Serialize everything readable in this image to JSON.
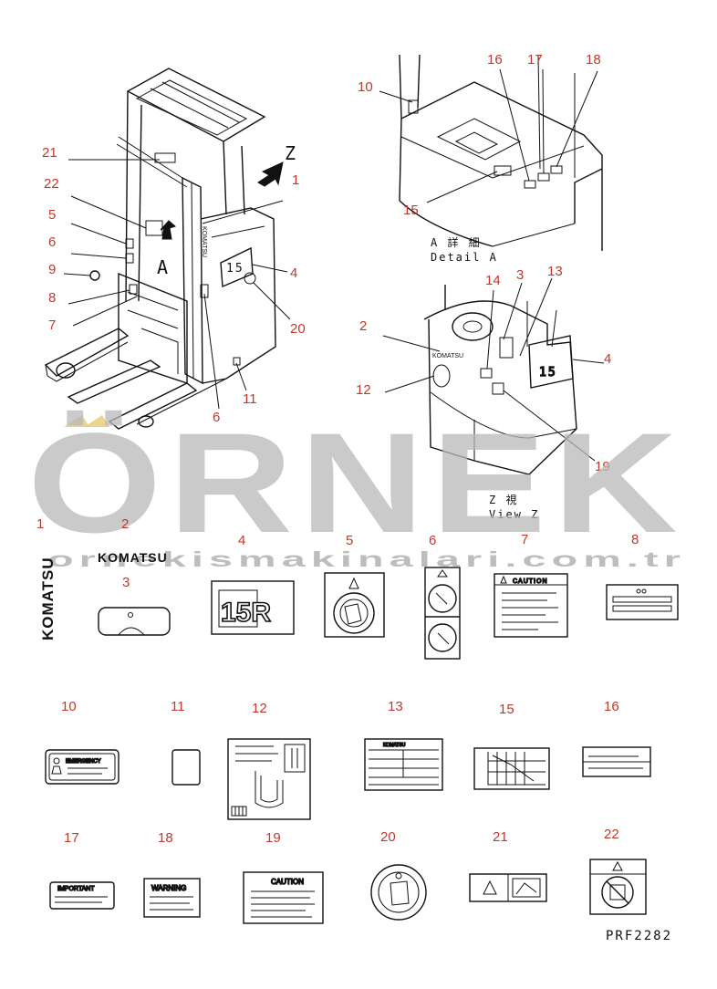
{
  "callouts_top": {
    "n21": "21",
    "n22": "22",
    "n5": "5",
    "n6a": "6",
    "n9": "9",
    "n8": "8",
    "n7": "7",
    "n1": "1",
    "n4a": "4",
    "n20": "20",
    "n6b": "6",
    "n11": "11",
    "n10": "10",
    "n16": "16",
    "n17": "17",
    "n18": "18",
    "n15": "15",
    "n14": "14",
    "n3": "3",
    "n13": "13",
    "n2": "2",
    "n12": "12",
    "n4b": "4",
    "n19": "19"
  },
  "view_labels": {
    "z_arrow": "Z",
    "a_arrow": "A",
    "detail_a_jp": "A 詳 細",
    "detail_a_en": "Detail A",
    "view_z_jp": "Z 視",
    "view_z_en": "View Z"
  },
  "parts": [
    {
      "num": "1",
      "text": "KOMATSU"
    },
    {
      "num": "2",
      "text": "KOMATSU"
    },
    {
      "num": "3",
      "text": ""
    },
    {
      "num": "4",
      "text": "15R"
    },
    {
      "num": "5",
      "text": ""
    },
    {
      "num": "6",
      "text": ""
    },
    {
      "num": "7",
      "text": "CAUTION"
    },
    {
      "num": "8",
      "text": ""
    },
    {
      "num": "10",
      "text": "EMERGENCY"
    },
    {
      "num": "11",
      "text": ""
    },
    {
      "num": "12",
      "text": ""
    },
    {
      "num": "13",
      "text": "KOMATSU"
    },
    {
      "num": "15",
      "text": ""
    },
    {
      "num": "16",
      "text": ""
    },
    {
      "num": "17",
      "text": "IMPORTANT"
    },
    {
      "num": "18",
      "text": "WARNING"
    },
    {
      "num": "19",
      "text": "CAUTION"
    },
    {
      "num": "20",
      "text": ""
    },
    {
      "num": "21",
      "text": ""
    },
    {
      "num": "22",
      "text": ""
    }
  ],
  "watermark": {
    "brand": "ÖRNEK",
    "url": "ornekismakinalari.com.tr"
  },
  "drawing_code": "PRF2282"
}
